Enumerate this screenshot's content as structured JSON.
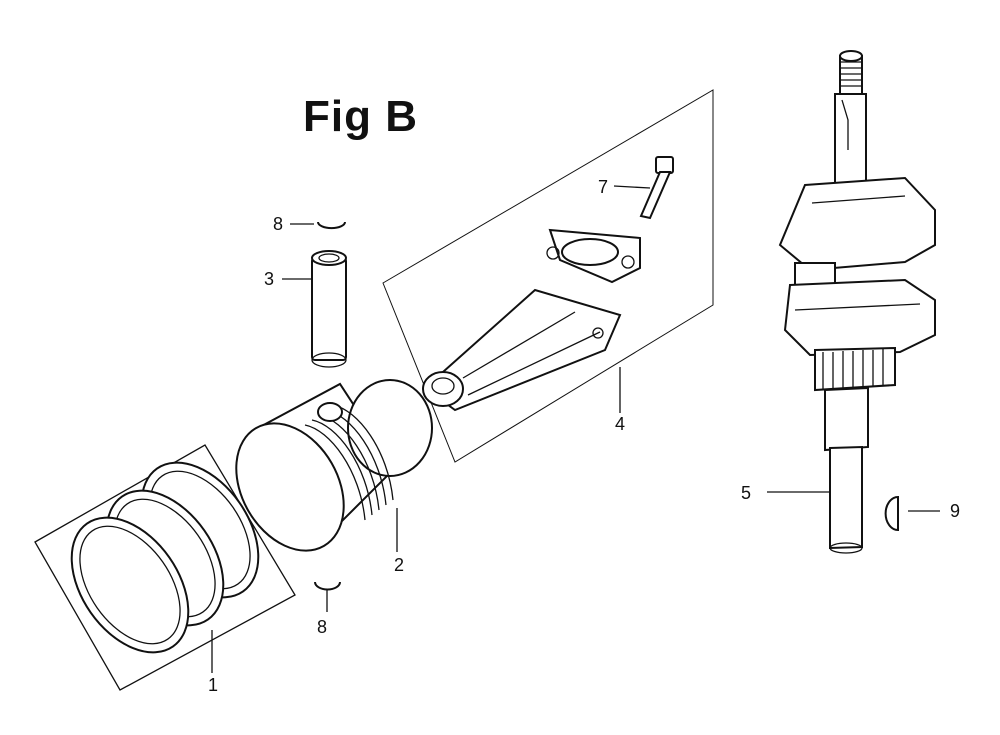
{
  "figure": {
    "title": "Fig B"
  },
  "callouts": [
    {
      "id": "ring-set",
      "label": "1"
    },
    {
      "id": "piston",
      "label": "2"
    },
    {
      "id": "piston-pin",
      "label": "3"
    },
    {
      "id": "connecting-rod",
      "label": "4"
    },
    {
      "id": "crankshaft",
      "label": "5"
    },
    {
      "id": "rod-bolt",
      "label": "7"
    },
    {
      "id": "pin-clip-top",
      "label": "8"
    },
    {
      "id": "pin-clip-bottom",
      "label": "8"
    },
    {
      "id": "woodruff-key",
      "label": "9"
    }
  ]
}
